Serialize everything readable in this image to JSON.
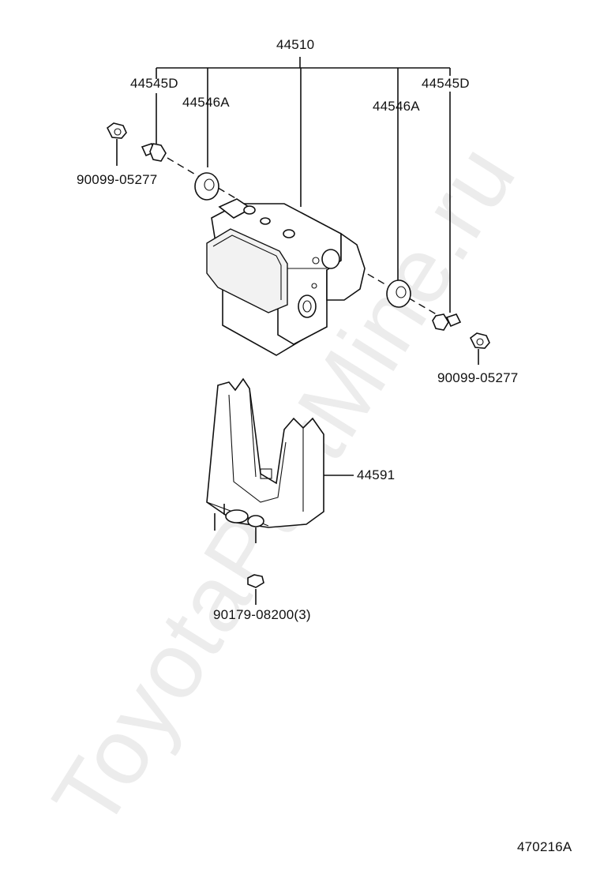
{
  "watermark": "ToyotaPartMine.ru",
  "labels": {
    "assembly": "44510",
    "bolt_left": "44545D",
    "bolt_right": "44545D",
    "cushion_left": "44546A",
    "cushion_right": "44546A",
    "nut_left": "90099-05277",
    "nut_right": "90099-05277",
    "bracket": "44591",
    "bracket_bolt": "90179-08200(3)",
    "diagram_code": "470216A"
  }
}
